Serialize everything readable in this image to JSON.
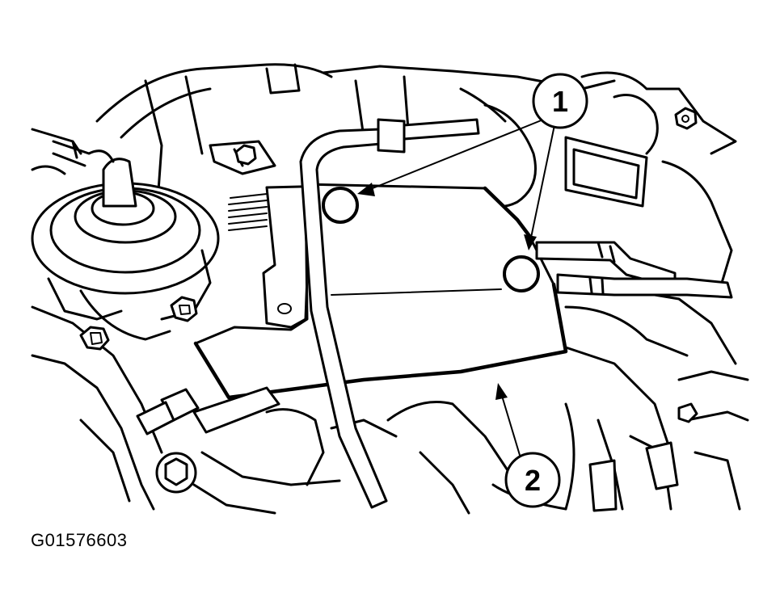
{
  "figure": {
    "id_text": "G01576603",
    "callouts": [
      {
        "number": "1"
      },
      {
        "number": "2"
      }
    ]
  }
}
